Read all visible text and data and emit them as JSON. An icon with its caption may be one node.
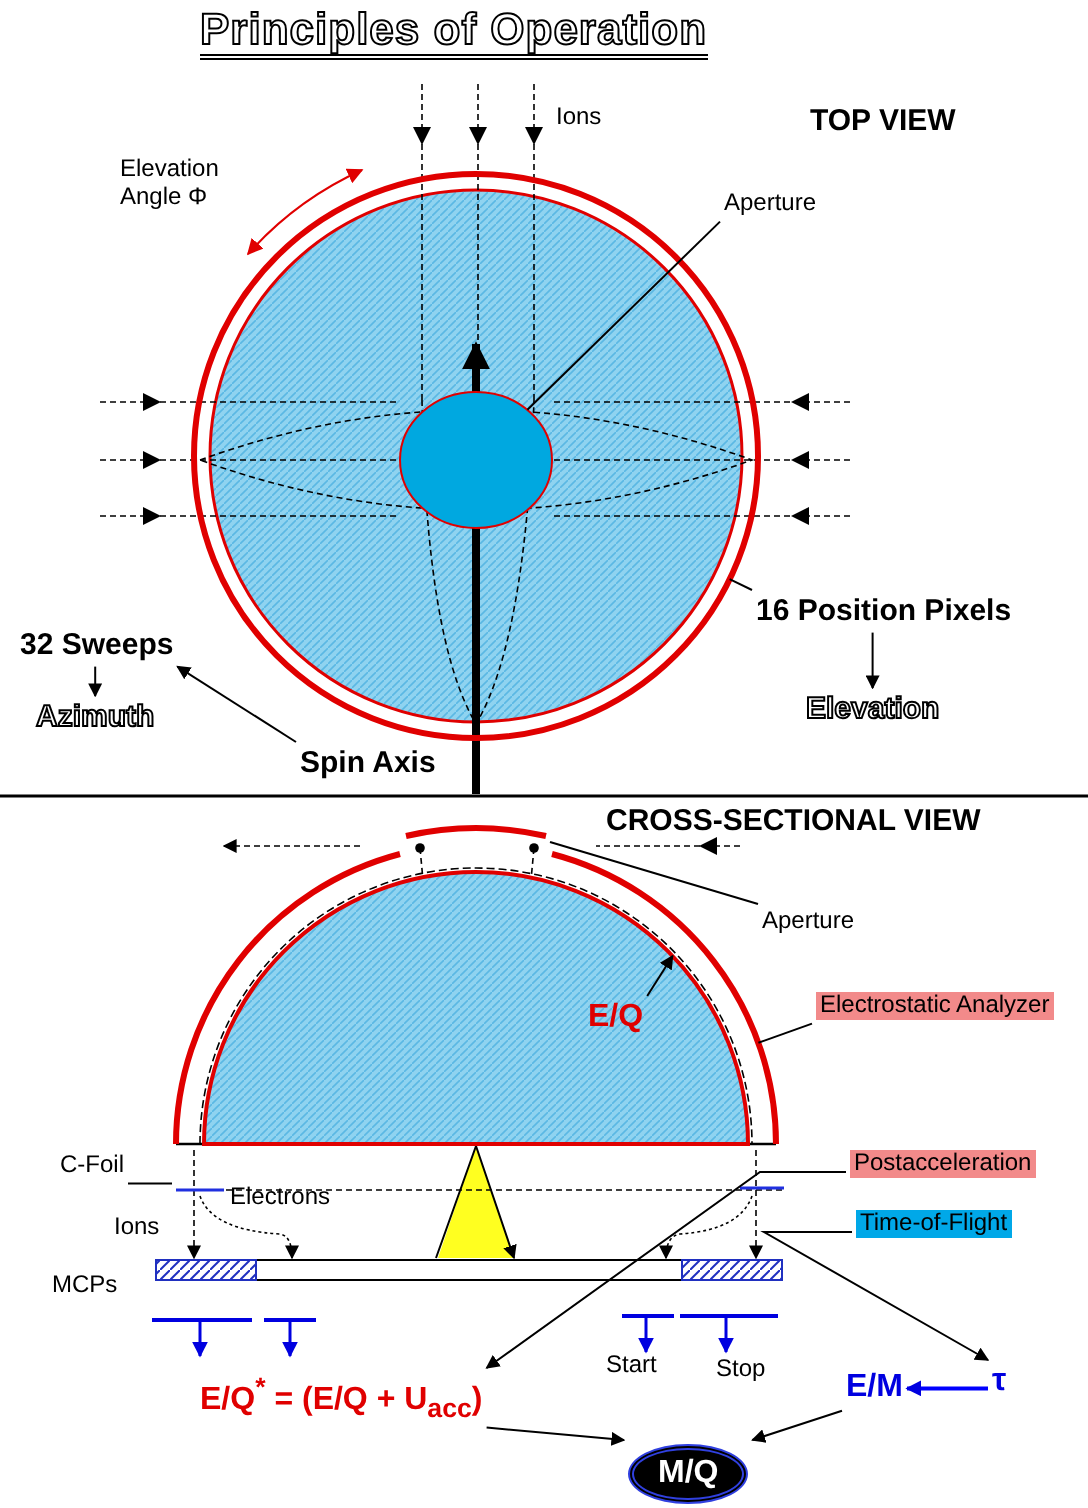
{
  "diagram": {
    "title": "Principles of Operation",
    "nodes": [
      {
        "text": [
          "Aperture"
        ]
      },
      {
        "text": [],
        "shape": "circle",
        "in": 3
      },
      {
        "text": [
          "16 Position Pixels"
        ]
      },
      {
        "text": [],
        "shape": "circle"
      },
      {
        "text": [
          "Elevation"
        ]
      },
      {
        "text": [
          "32 Sweeps"
        ]
      },
      {
        "text": [
          "Azimuth"
        ]
      },
      {
        "text": [
          "Spin Axis"
        ]
      },
      {
        "text": [
          "Aperture"
        ]
      },
      {
        "text": [],
        "shape": "bar"
      },
      {
        "text": [
          "E/Q"
        ],
        "in": 11
      },
      {
        "text": [],
        "shape": "semicircle",
        "in": 13
      },
      {
        "text": [
          "Electrostatic Analyzer"
        ]
      },
      {
        "text": [],
        "shape": "arc"
      },
      {
        "text": [
          "C-Foil"
        ]
      },
      {
        "text": [],
        "shape": "bar"
      },
      {
        "text": [
          "Postacceleration"
        ]
      },
      {
        "text": [
          "Time-of-Flight"
        ]
      },
      {
        "text": [
          "E/Q$^{*}$ = (E/Q + U$_{acc}$)"
        ]
      },
      {
        "text": [
          "E/M"
        ]
      },
      {
        "text": [
          "τ"
        ]
      },
      {
        "text": [
          "M/Q"
        ]
      }
    ],
    "edges": [
      {
        "from": 0,
        "to": 1,
        "arrow": "none"
      },
      {
        "from": 2,
        "to": 3,
        "arrow": "none"
      },
      {
        "from": 2,
        "to": 4,
        "arrow": "to"
      },
      {
        "from": 5,
        "to": 6,
        "arrow": "to"
      },
      {
        "from": 7,
        "to": 5,
        "arrow": "to"
      },
      {
        "from": 8,
        "to": 9,
        "arrow": "none"
      },
      {
        "from": 10,
        "to": 11,
        "arrow": "to"
      },
      {
        "from": 12,
        "to": 13,
        "arrow": "none"
      },
      {
        "from": 14,
        "to": 15,
        "arrow": "none"
      },
      {
        "from": 16,
        "to": 18,
        "arrow": "to"
      },
      {
        "from": 17,
        "to": 20,
        "arrow": "to"
      },
      {
        "from": 20,
        "to": 19,
        "arrow": "to",
        "color": "#0000ff"
      },
      {
        "from": 18,
        "to": 21,
        "arrow": "to"
      },
      {
        "from": 19,
        "to": 21,
        "arrow": "to"
      }
    ],
    "labels": [
      "Ions",
      "TOP VIEW",
      "Elevation Angle Φ",
      "CROSS-SECTIONAL VIEW",
      "Ions",
      "Electrons",
      "MCPs",
      "Start",
      "Stop"
    ]
  }
}
